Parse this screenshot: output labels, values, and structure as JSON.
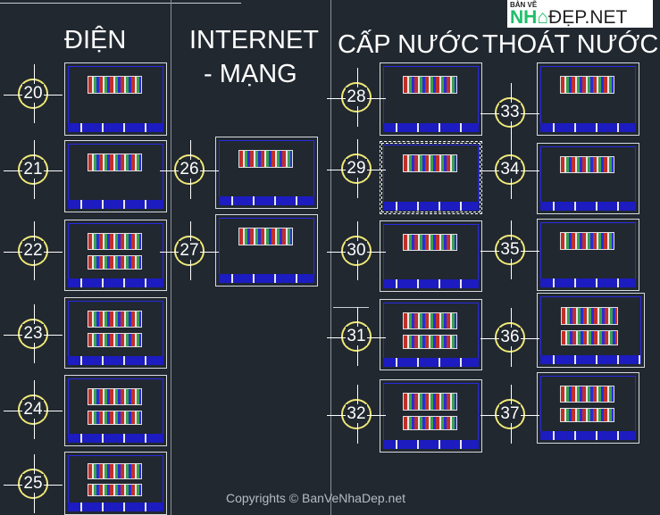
{
  "headings": {
    "dien": "ĐIỆN",
    "internet": "INTERNET",
    "mang": "- MẠNG",
    "cap_nuoc": "CẤP NƯỚC",
    "thoat_nuoc": "THOÁT NƯỚC"
  },
  "logo": {
    "small": "BẢN VẼ",
    "nh": "NH",
    "rest": "ĐẸP.NET"
  },
  "copyright": "Copyrights © BanVeNhaDep.net",
  "columns": [
    {
      "name": "dien",
      "sheets": [
        "20",
        "21",
        "22",
        "23",
        "24",
        "25"
      ]
    },
    {
      "name": "internet",
      "sheets": [
        "26",
        "27"
      ]
    },
    {
      "name": "cap-nuoc",
      "sheets": [
        "28",
        "29",
        "30",
        "31",
        "32"
      ],
      "selected": "29"
    },
    {
      "name": "thoat-nuoc",
      "sheets": [
        "33",
        "34",
        "35",
        "36",
        "37"
      ]
    }
  ]
}
